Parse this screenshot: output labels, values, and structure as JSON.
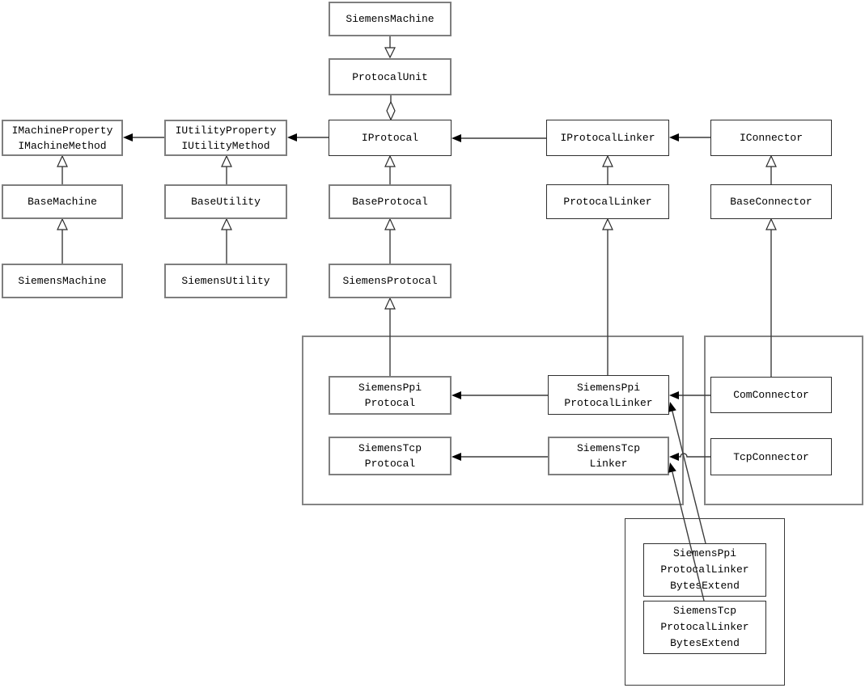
{
  "nodes": {
    "siemensMachineRoot": {
      "label": "SiemensMachine"
    },
    "protocalUnit": {
      "label": "ProtocalUnit"
    },
    "iMachine": {
      "label": "IMachineProperty\nIMachineMethod"
    },
    "iUtility": {
      "label": "IUtilityProperty\nIUtilityMethod"
    },
    "iProtocal": {
      "label": "IProtocal"
    },
    "iProtocalLinker": {
      "label": "IProtocalLinker"
    },
    "iConnector": {
      "label": "IConnector"
    },
    "baseMachine": {
      "label": "BaseMachine"
    },
    "baseUtility": {
      "label": "BaseUtility"
    },
    "baseProtocal": {
      "label": "BaseProtocal"
    },
    "protocalLinker": {
      "label": "ProtocalLinker"
    },
    "baseConnector": {
      "label": "BaseConnector"
    },
    "siemensMachine": {
      "label": "SiemensMachine"
    },
    "siemensUtility": {
      "label": "SiemensUtility"
    },
    "siemensProtocal": {
      "label": "SiemensProtocal"
    },
    "siemensPpiProtocal": {
      "label": "SiemensPpi\nProtocal"
    },
    "siemensTcpProtocal": {
      "label": "SiemensTcp\nProtocal"
    },
    "siemensPpiProtocalLinker": {
      "label": "SiemensPpi\nProtocalLinker"
    },
    "siemensTcpLinker": {
      "label": "SiemensTcp\nLinker"
    },
    "comConnector": {
      "label": "ComConnector"
    },
    "tcpConnector": {
      "label": "TcpConnector"
    },
    "ppiBytesExtend": {
      "label": "SiemensPpi\nProtocalLinker\nBytesExtend"
    },
    "tcpBytesExtend": {
      "label": "SiemensTcp\nProtocalLinker\nBytesExtend"
    }
  },
  "relations": [
    {
      "from": "SiemensMachine",
      "to": "ProtocalUnit",
      "type": "open-triangle-arrow"
    },
    {
      "from": "ProtocalUnit",
      "to": "IProtocal",
      "type": "aggregation-open-diamond"
    },
    {
      "from": "BaseMachine",
      "to": "IMachineProperty/IMachineMethod",
      "type": "generalization"
    },
    {
      "from": "SiemensMachine",
      "to": "BaseMachine",
      "type": "generalization"
    },
    {
      "from": "BaseUtility",
      "to": "IUtilityProperty/IUtilityMethod",
      "type": "generalization"
    },
    {
      "from": "SiemensUtility",
      "to": "BaseUtility",
      "type": "generalization"
    },
    {
      "from": "BaseProtocal",
      "to": "IProtocal",
      "type": "generalization"
    },
    {
      "from": "SiemensProtocal",
      "to": "BaseProtocal",
      "type": "generalization"
    },
    {
      "from": "SiemensPpiProtocal",
      "to": "SiemensProtocal",
      "type": "generalization"
    },
    {
      "from": "ProtocalLinker",
      "to": "IProtocalLinker",
      "type": "generalization"
    },
    {
      "from": "SiemensPpiProtocalLinker",
      "to": "ProtocalLinker",
      "type": "generalization"
    },
    {
      "from": "BaseConnector",
      "to": "IConnector",
      "type": "generalization"
    },
    {
      "from": "ComConnector",
      "to": "BaseConnector",
      "type": "generalization"
    },
    {
      "from": "IUtilityProperty/IUtilityMethod",
      "to": "IMachineProperty/IMachineMethod",
      "type": "filled-arrow"
    },
    {
      "from": "IProtocal",
      "to": "IUtilityProperty/IUtilityMethod",
      "type": "filled-arrow"
    },
    {
      "from": "IProtocalLinker",
      "to": "IProtocal",
      "type": "filled-arrow"
    },
    {
      "from": "IConnector",
      "to": "IProtocalLinker",
      "type": "filled-arrow"
    },
    {
      "from": "SiemensPpiProtocalLinker",
      "to": "SiemensPpiProtocal",
      "type": "filled-arrow"
    },
    {
      "from": "SiemensTcpLinker",
      "to": "SiemensTcpProtocal",
      "type": "filled-arrow"
    },
    {
      "from": "ComConnector",
      "to": "SiemensPpiProtocalLinker",
      "type": "filled-arrow"
    },
    {
      "from": "TcpConnector",
      "to": "SiemensTcpLinker",
      "type": "filled-arrow"
    },
    {
      "from": "SiemensPpiProtocalLinkerBytesExtend",
      "to": "SiemensPpiProtocalLinker",
      "type": "filled-arrow"
    },
    {
      "from": "SiemensTcpProtocalLinkerBytesExtend",
      "to": "SiemensTcpLinker",
      "type": "filled-arrow"
    }
  ],
  "colors": {
    "background": "#ffffff",
    "line": "#3c3c3c",
    "box_border_gray": "#7e7e7e",
    "box_border_dark": "#2f2f2f",
    "text": "#000000"
  }
}
